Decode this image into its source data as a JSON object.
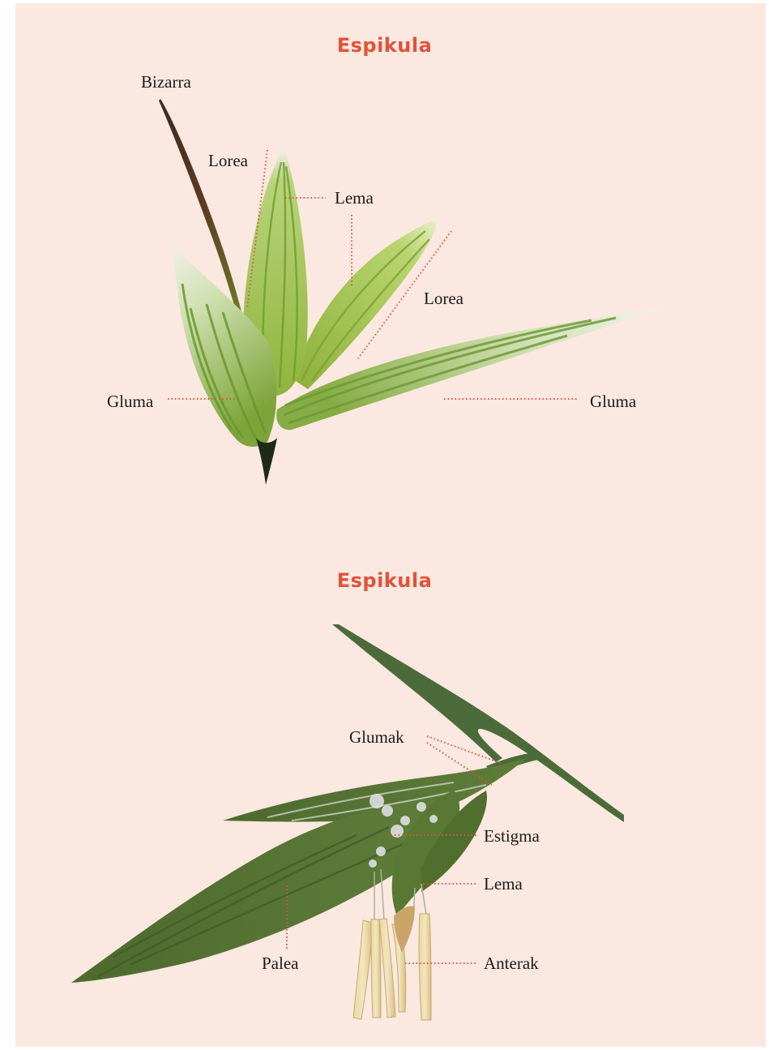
{
  "diagrams": [
    {
      "title": "Espikula",
      "labels": {
        "bizarra": "Bizarra",
        "lorea_left": "Lorea",
        "lema": "Lema",
        "lorea_right": "Lorea",
        "gluma_left": "Gluma",
        "gluma_right": "Gluma"
      }
    },
    {
      "title": "Espikula",
      "labels": {
        "glumak": "Glumak",
        "estigma": "Estigma",
        "lema": "Lema",
        "palea": "Palea",
        "anterak": "Anterak"
      }
    }
  ],
  "colors": {
    "background": "#fbe8e0",
    "title": "#e0533a",
    "leader_lines": "#e0533a",
    "label_text": "#1b1b1b"
  }
}
